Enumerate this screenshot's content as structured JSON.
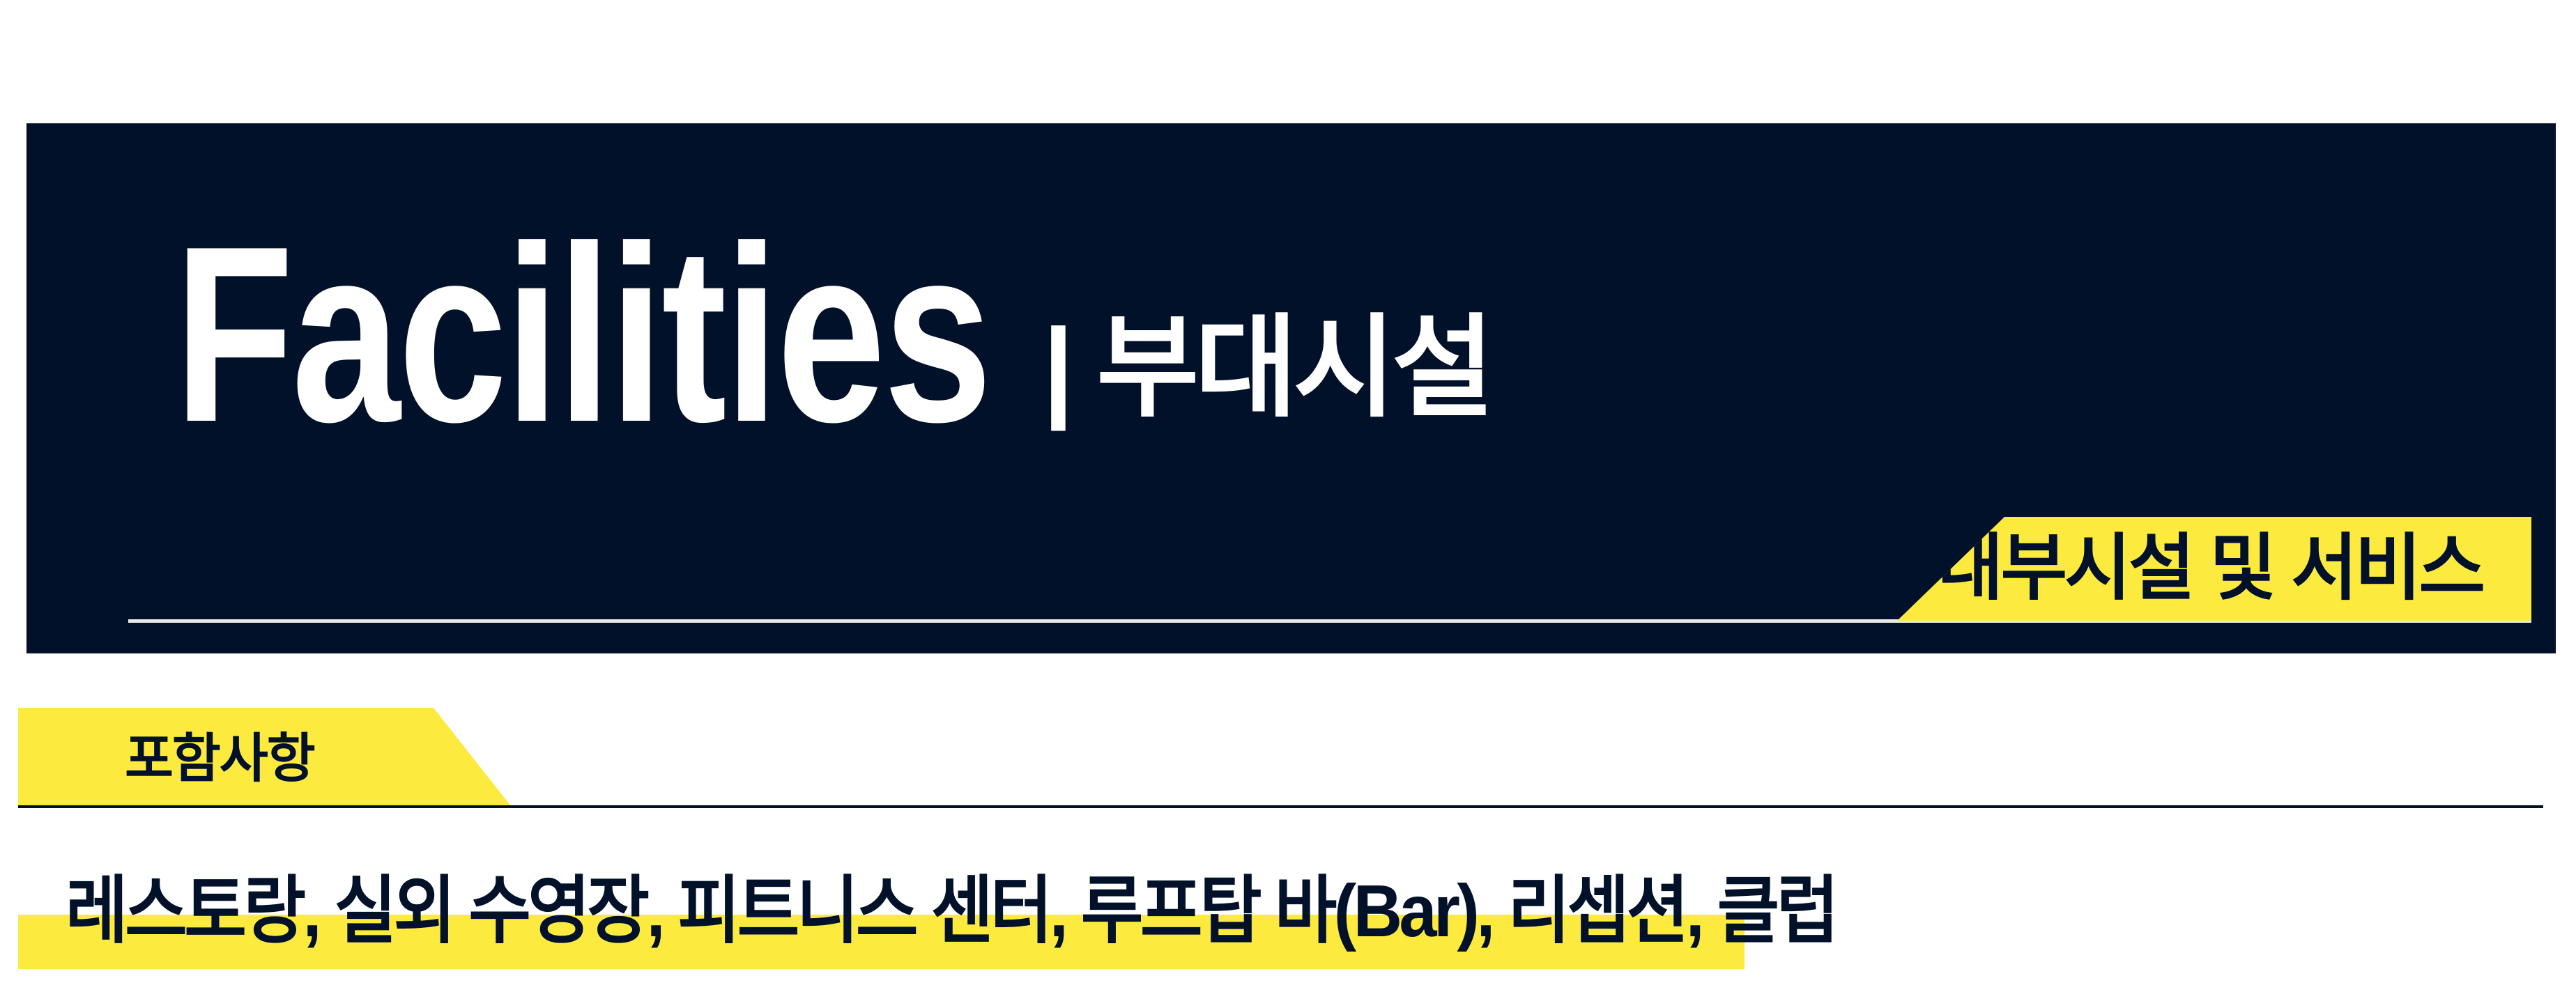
{
  "header": {
    "title": "Facilities",
    "subtitle": "| 부대시설",
    "tag": "내부시설 및 서비스"
  },
  "section": {
    "label": "포함사항",
    "content": "레스토랑, 실외 수영장, 피트니스 센터, 루프탑 바(Bar), 리셉션, 클럽"
  },
  "colors": {
    "navy": "#02112a",
    "yellow": "#fdea3f"
  }
}
